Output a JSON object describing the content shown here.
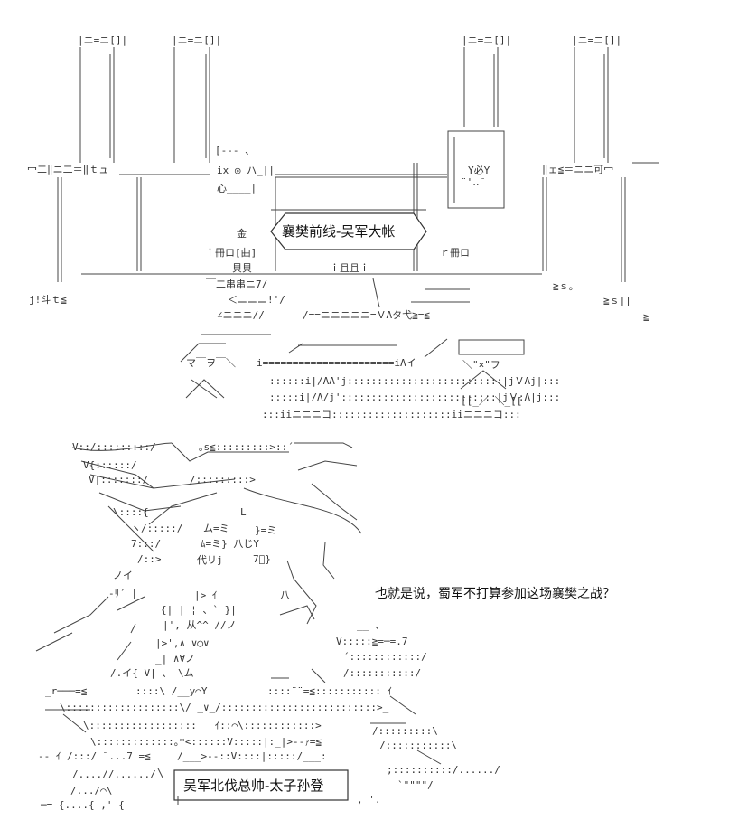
{
  "signs": {
    "camp": "襄樊前线-吴军大帐",
    "commander": "吴军北伐总帅-太子孙登"
  },
  "dialogue": {
    "line": "也就是说，蜀军不打算参加这场襄樊之战？"
  },
  "art_text": {
    "banner_left": "冖二‖ニ二＝‖ｔュ",
    "banner_right": "‖ェ≦＝ニニ可冖",
    "scroll_glyphs": "|ニ=ニ[]|",
    "gate_left": "金",
    "gate_glyph": "ｉ冊ロ[曲]",
    "gate_glyph_2": "貝貝",
    "gate_right": "ｉ且且ｉ",
    "gate_right_2": "ｒ冊ロ",
    "mark_circle": "◎",
    "mark_heart": "心",
    "mark_yy": "Y必Y",
    "steps_top": "￣二串串ニ7/",
    "steps_mid": "＜ニニニ!'/",
    "steps_low": "∠ニニニ//",
    "bridge_rail": "/==ニニニニニ=ＶΛタ弋≧=≦",
    "bridge_floor": "i======================iΛイ",
    "lattice": "ΛΛ'j",
    "lattice_2": "jＶΛj",
    "basin": "iニニニコ",
    "left_edge": "j!斗ｔ≦",
    "right_edge": "≧ｓ。",
    "figure_face": "代リj",
    "figure_brow": "ム=ミ",
    "figure_mark": "ﾑ=ミ} 八じY",
    "figure_star": "*<",
    "figure_sleeve": "_r───=≦",
    "figure_hand": "V:::::≧=─=.7",
    "figure_base": "─= {",
    "dots": "::::::::::::::::"
  }
}
